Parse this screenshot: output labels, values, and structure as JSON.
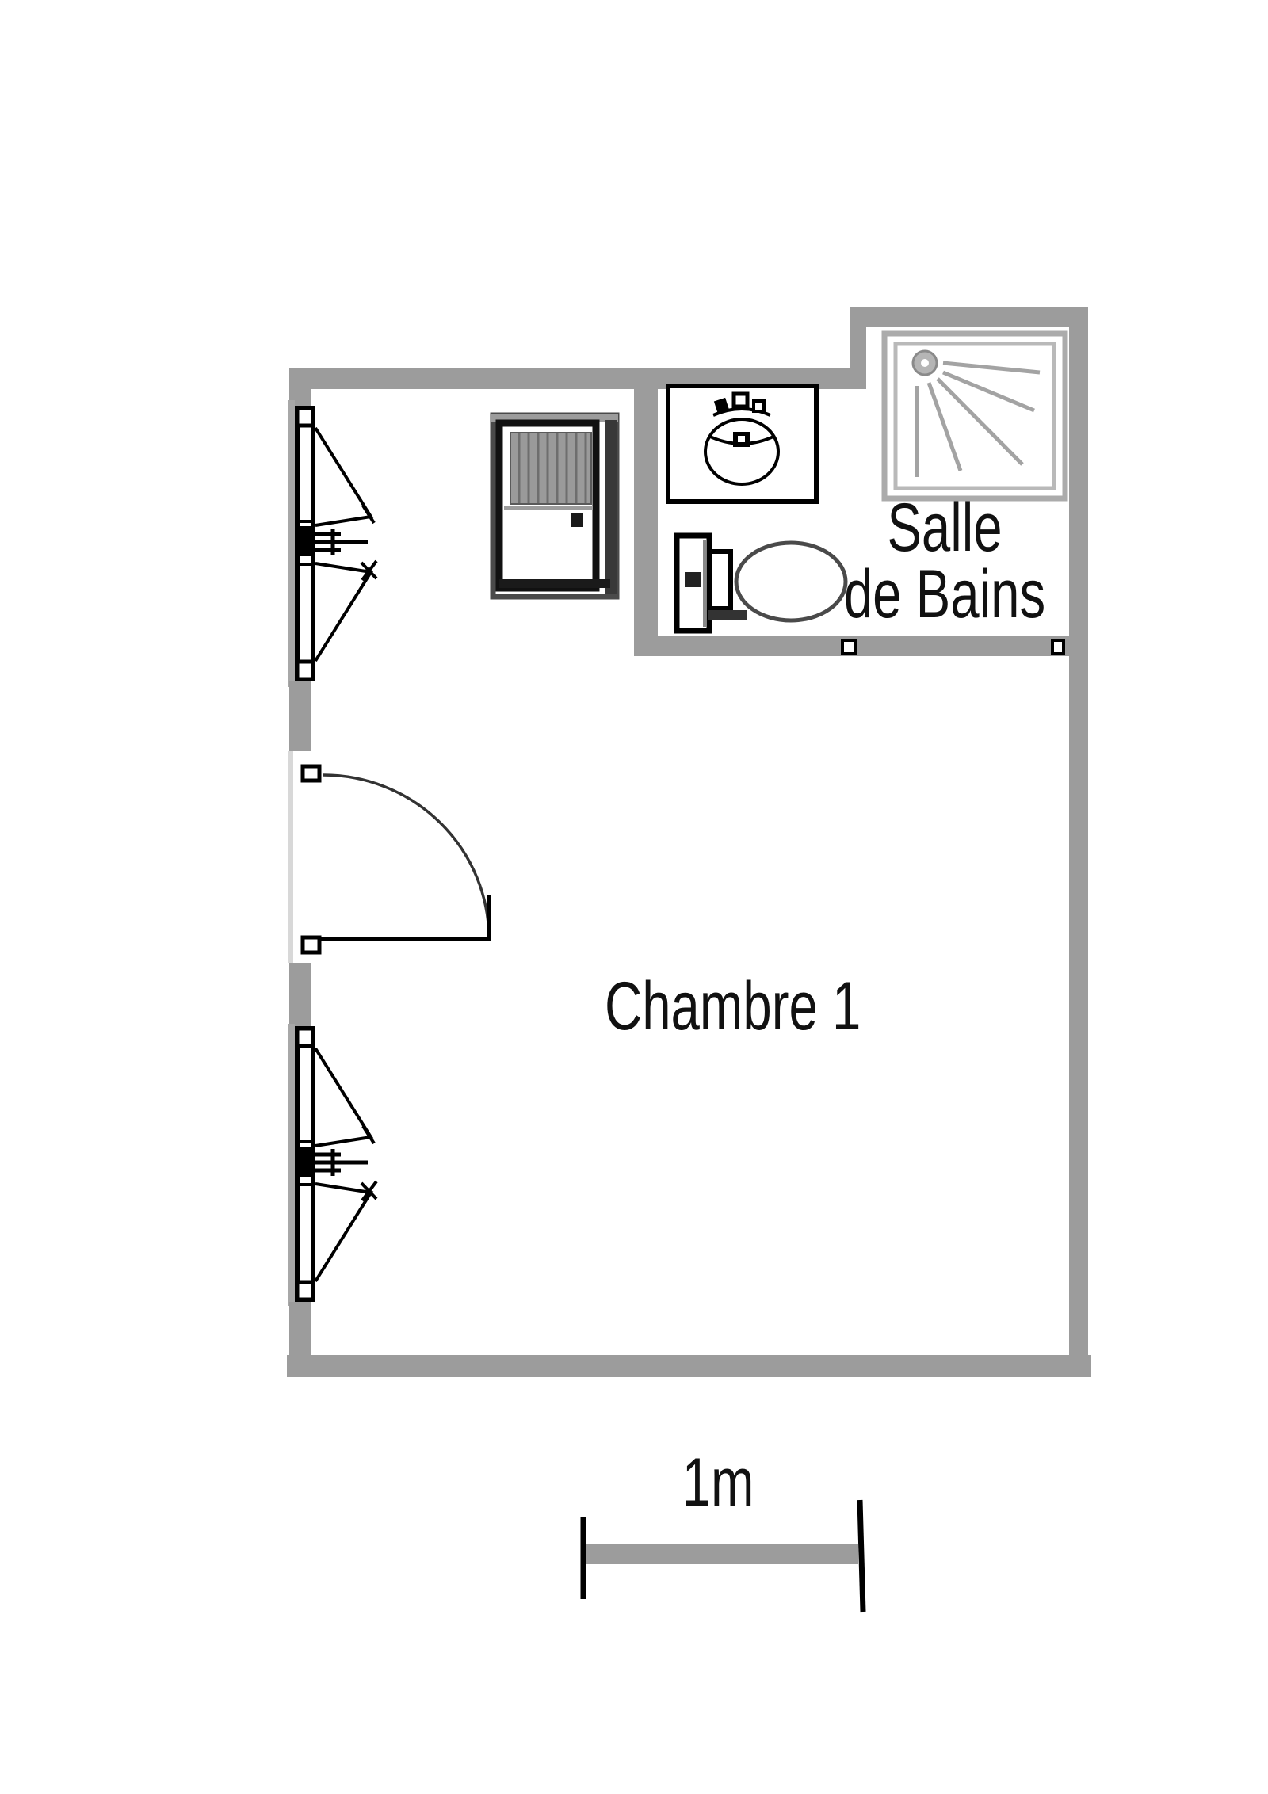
{
  "plan": {
    "rooms": [
      {
        "name": "bedroom",
        "label": "Chambre 1"
      },
      {
        "name": "bathroom",
        "label_line1": "Salle",
        "label_line2": "de Bains"
      }
    ],
    "scale_bar": {
      "label": "1m"
    },
    "fixtures": [
      "shower-tray",
      "washbasin",
      "toilet",
      "cabinet",
      "door-swing",
      "casement-window-top",
      "casement-window-bottom",
      "wall-opening-marker-left",
      "wall-opening-marker-right"
    ],
    "colors": {
      "wall": "#9c9c9c",
      "outline": "#111111",
      "fixture_gray": "#ababab",
      "background": "#ffffff",
      "text_color": "#111111"
    }
  }
}
